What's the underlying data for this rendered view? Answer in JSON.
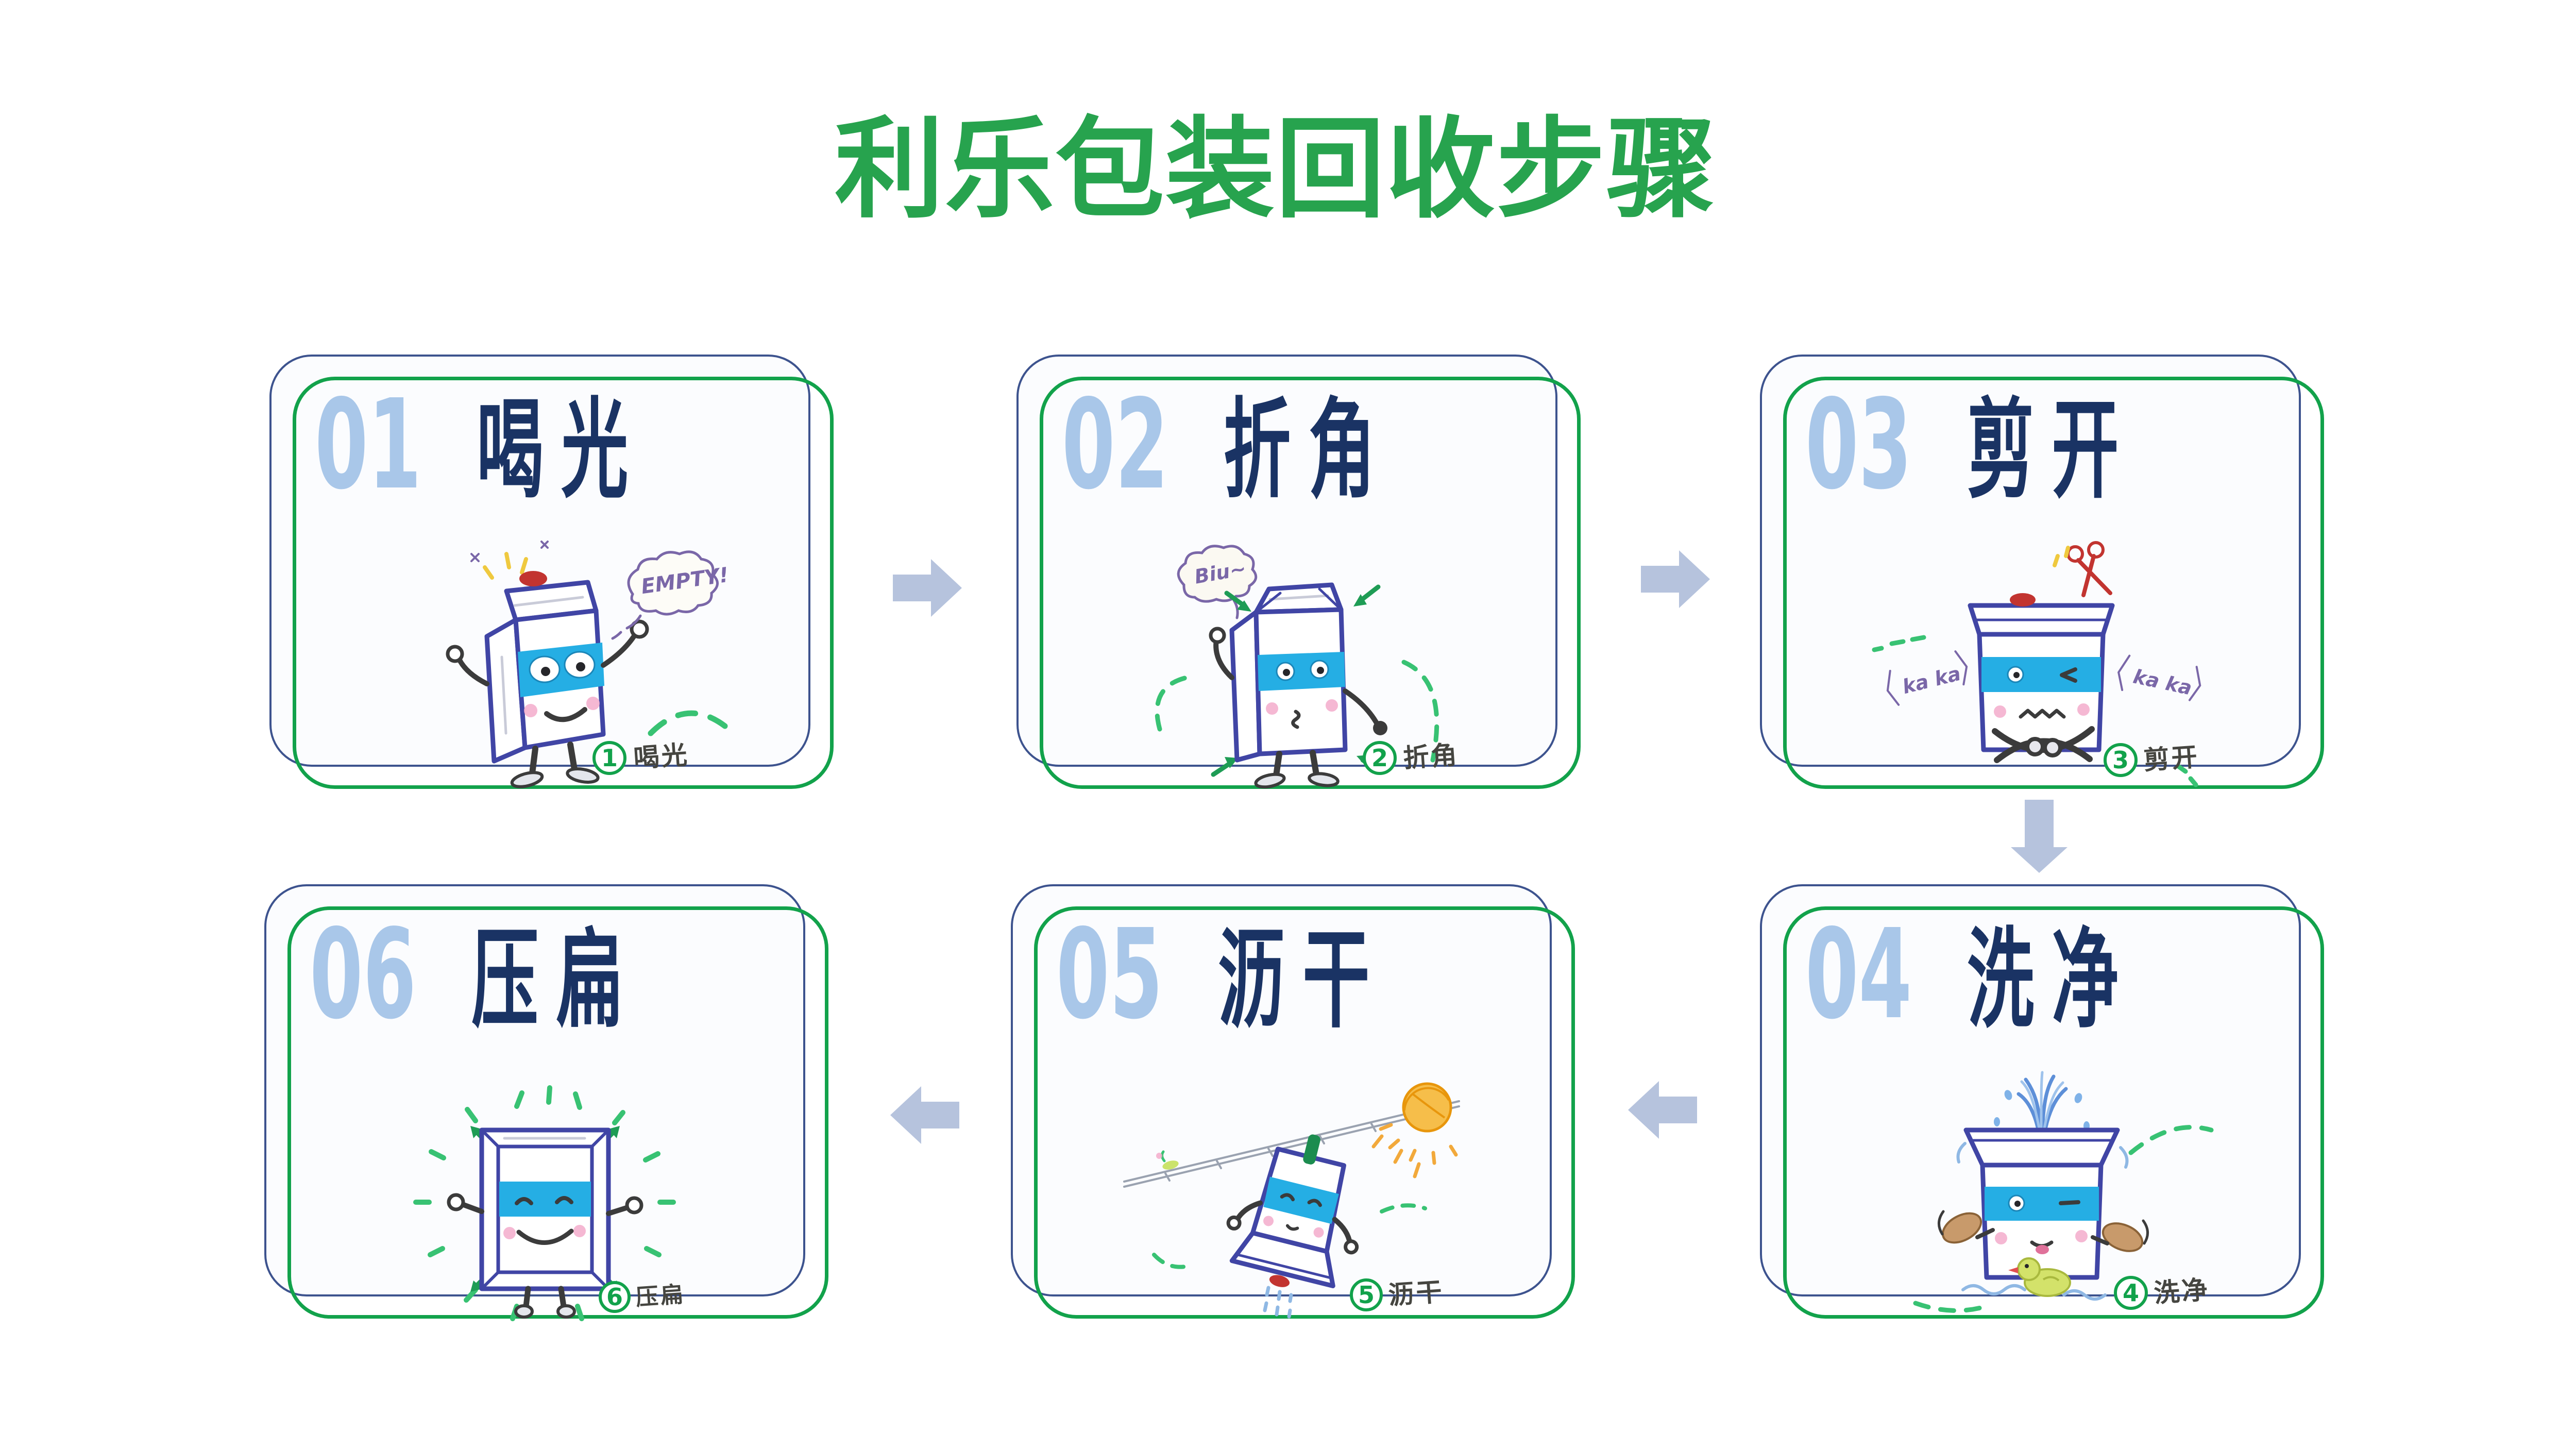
{
  "title": {
    "text": "利乐包装回收步骤"
  },
  "steps": [
    {
      "num": "01",
      "label": "喝光",
      "caption_num": "1",
      "caption": "喝光",
      "bubble": "EMPTY!"
    },
    {
      "num": "02",
      "label": "折角",
      "caption_num": "2",
      "caption": "折角",
      "bubble": "Biu~"
    },
    {
      "num": "03",
      "label": "剪开",
      "caption_num": "3",
      "caption": "剪开",
      "sfx": "ka ka"
    },
    {
      "num": "04",
      "label": "洗净",
      "caption_num": "4",
      "caption": "洗净"
    },
    {
      "num": "05",
      "label": "沥干",
      "caption_num": "5",
      "caption": "沥干"
    },
    {
      "num": "06",
      "label": "压扁",
      "caption_num": "6",
      "caption": "压扁"
    }
  ],
  "flow": {
    "order": [
      "01",
      "02",
      "03",
      "04",
      "05",
      "06"
    ],
    "arrow_directions": [
      "right",
      "right",
      "down",
      "left",
      "left"
    ]
  },
  "colors": {
    "title_green": "#27A34E",
    "card_border_green": "#12A24B",
    "card_border_navy": "#3D538E",
    "step_number_blue": "#A9C7E9",
    "step_label_navy": "#1A3364",
    "arrow_fill": "#B6C3DD",
    "carton_outline": "#4045A5",
    "carton_band_cyan": "#25AEE4"
  }
}
